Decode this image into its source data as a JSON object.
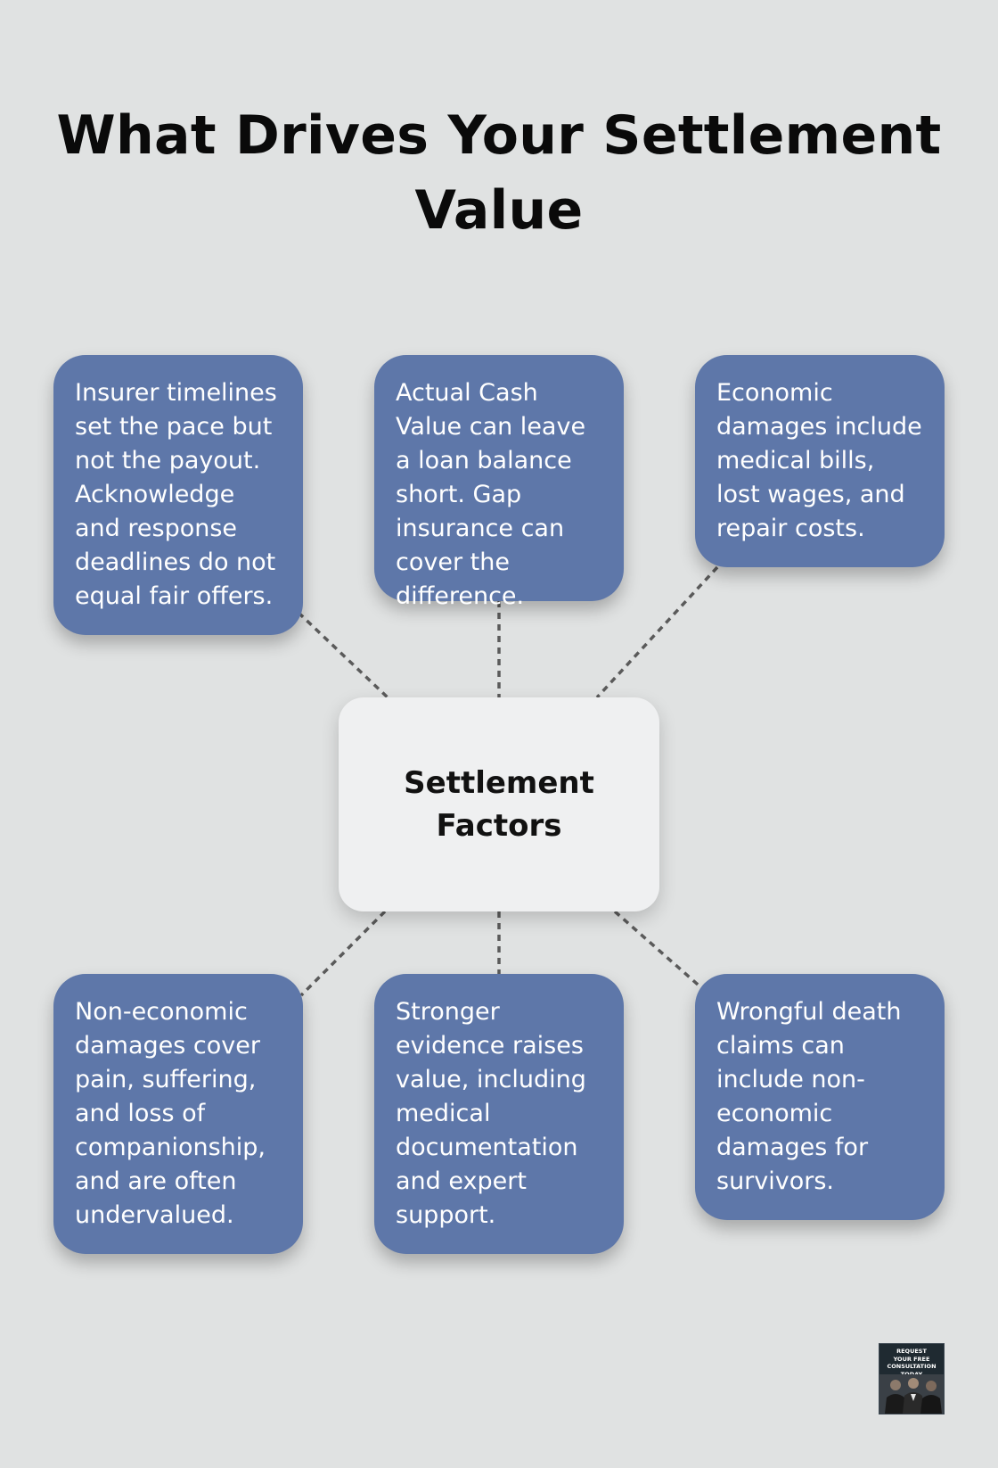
{
  "title": "What Drives Your Settlement Value",
  "center": {
    "label": "Settlement Factors"
  },
  "factors": [
    "Insurer timelines set the pace but not the payout. Acknowledge and response deadlines do not equal fair offers.",
    "Actual Cash Value can leave a loan balance short. Gap insurance can cover the difference.",
    "Economic damages include medical bills, lost wages, and repair costs.",
    "Non-economic damages cover pain, suffering, and loss of companionship, and are often undervalued.",
    "Stronger evidence raises value, including medical documentation and expert support.",
    "Wrongful death claims can include non-economic damages for survivors."
  ],
  "badge": {
    "text": "REQUEST\nYOUR FREE\nCONSULTATION\nTODAY"
  },
  "colors": {
    "background": "#e0e2e2",
    "factor_box": "#5e77a9",
    "center_box": "#eff0f1",
    "connector": "#5a5a5a"
  }
}
